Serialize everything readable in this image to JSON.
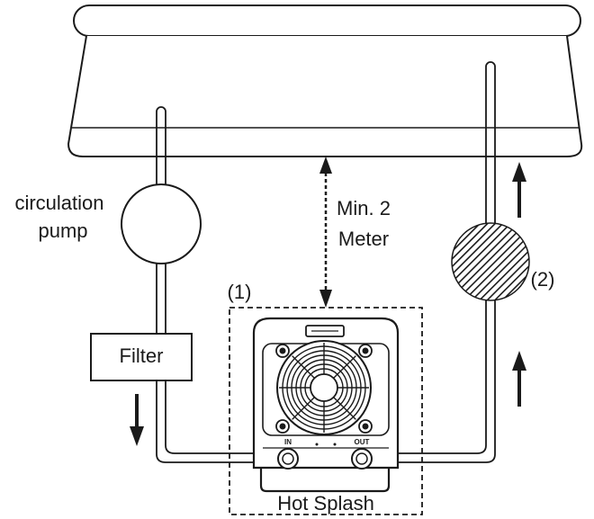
{
  "labels": {
    "pump_line1": "circulation",
    "pump_line2": "pump",
    "filter": "Filter",
    "distance_line1": "Min. 2",
    "distance_line2": "Meter",
    "marker_heat_pump": "(1)",
    "marker_other": "(2)",
    "port_in": "IN",
    "port_out": "OUT",
    "brand": "Hot Splash"
  },
  "colors": {
    "stroke": "#1a1a1a",
    "background": "#ffffff"
  },
  "icons": [
    "pool-basin",
    "circulation-pump-symbol",
    "filter-box",
    "heat-pump-unit",
    "fan-grille-icon",
    "hatched-device-symbol",
    "flow-arrow-icon"
  ]
}
